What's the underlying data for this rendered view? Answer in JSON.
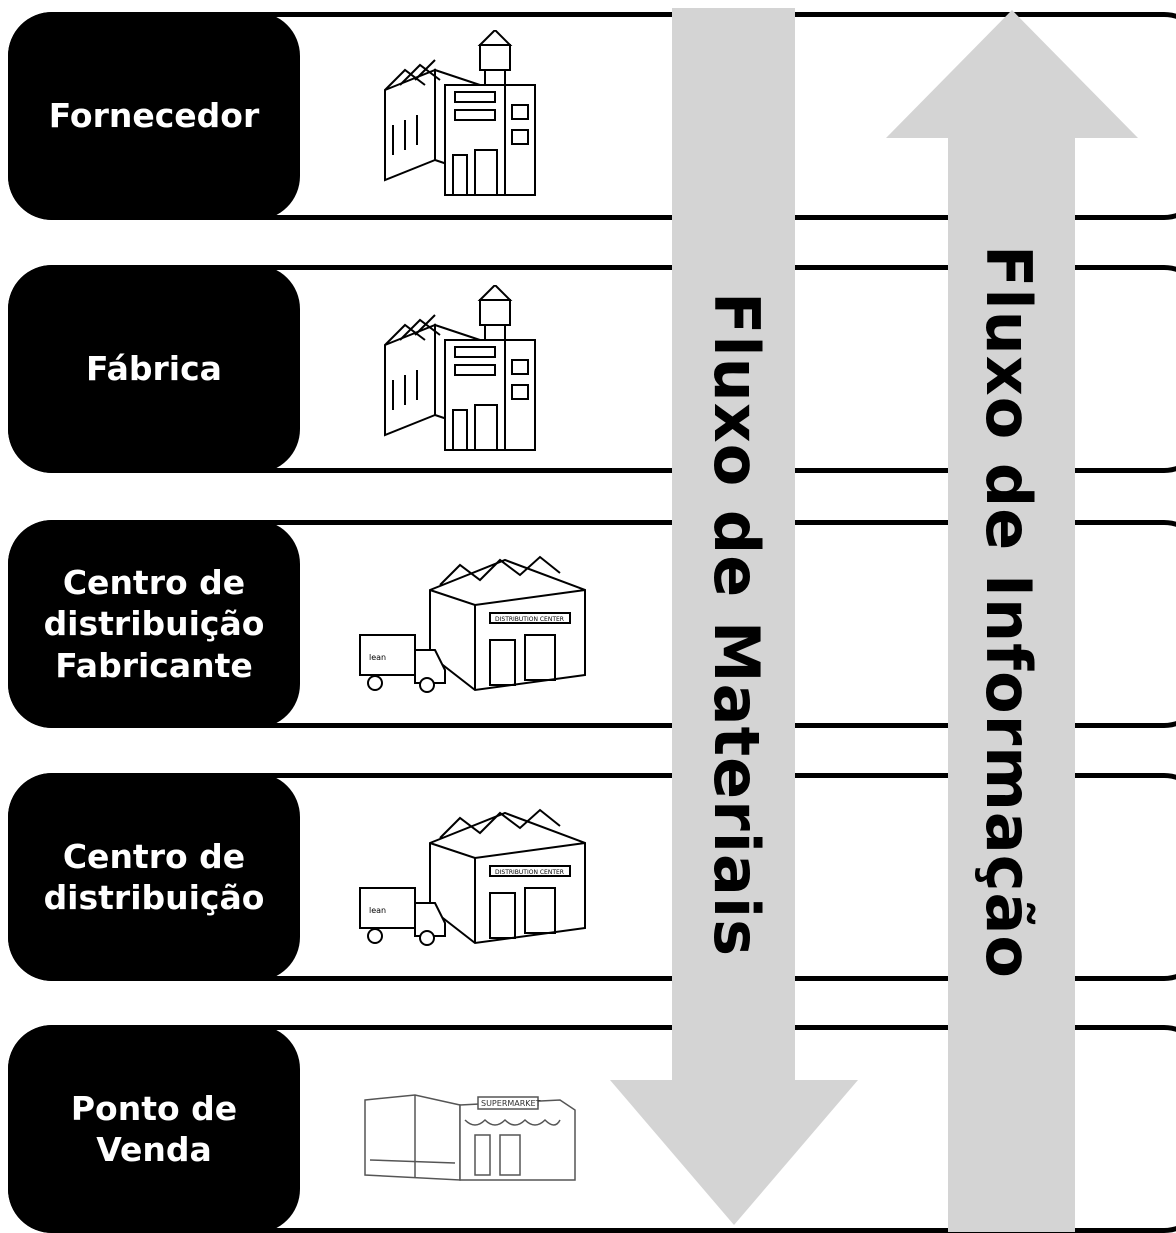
{
  "rows": [
    {
      "label": "Fornecedor",
      "icon": "factory-icon"
    },
    {
      "label": "Fábrica",
      "icon": "factory-icon"
    },
    {
      "label": "Centro de\ndistribuição\nFabricante",
      "icon": "distribution-center-truck-icon"
    },
    {
      "label": "Centro de\ndistribuição",
      "icon": "distribution-center-truck-icon"
    },
    {
      "label": "Ponto de\nVenda",
      "icon": "supermarket-icon"
    }
  ],
  "arrows": {
    "materials": {
      "label": "Fluxo de Materiais",
      "direction": "down",
      "color": "#d4d4d4"
    },
    "information": {
      "label": "Fluxo de Informação",
      "direction": "up",
      "color": "#d4d4d4"
    }
  },
  "signs": {
    "distribution": "DISTRIBUTION CENTER",
    "truck": "lean",
    "supermarket": "SUPERMARKET"
  }
}
